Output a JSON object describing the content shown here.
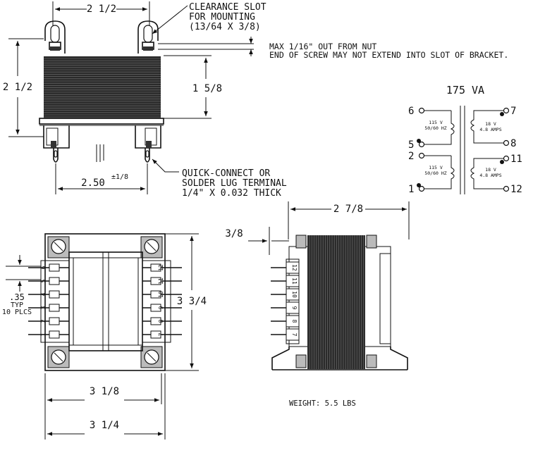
{
  "top_view": {
    "dim_width": "2 1/2",
    "dim_height": "2 1/2",
    "dim_core": "1 5/8",
    "dim_terminal_spacing": "2.50",
    "dim_terminal_tol": "±1/8",
    "note_slot": [
      "CLEARANCE SLOT",
      "FOR MOUNTING",
      "(13/64 X 3/8)"
    ],
    "note_screw": [
      "MAX 1/16\" OUT FROM NUT",
      "END OF SCREW MAY NOT EXTEND INTO SLOT OF BRACKET."
    ],
    "note_terminal": [
      "QUICK-CONNECT OR",
      "SOLDER LUG TERMINAL",
      "1/4\" X 0.032 THICK"
    ]
  },
  "schematic": {
    "rating": "175 VA",
    "primary_top": [
      "115 V",
      "50/60 HZ"
    ],
    "primary_bottom": [
      "115 V",
      "50/60 HZ"
    ],
    "secondary_top": [
      "18 V",
      "4.8 AMPS"
    ],
    "secondary_bottom": [
      "18 V",
      "4.8 AMPS"
    ],
    "pins": {
      "p6": "6",
      "p5": "5",
      "p2": "2",
      "p1": "1",
      "p7": "7",
      "p8": "8",
      "p11": "11",
      "p12": "12"
    }
  },
  "front_view": {
    "terminal_left": [
      "6",
      "5",
      "4",
      "3",
      "2",
      "1"
    ],
    "terminal_right": [
      "12",
      "11",
      "10",
      "9",
      "8",
      "7"
    ],
    "dim_pitch": ".35",
    "dim_pitch_note": [
      "TYP",
      "10 PLCS"
    ],
    "dim_height": "3 3/4",
    "dim_width_inner": "3 1/8",
    "dim_width_outer": "3 1/4"
  },
  "side_view": {
    "dim_depth": "2 7/8",
    "dim_offset": "3/8",
    "terminal_labels": [
      "12",
      "11",
      "10",
      "9",
      "8",
      "7"
    ],
    "weight": "WEIGHT: 5.5 LBS"
  }
}
